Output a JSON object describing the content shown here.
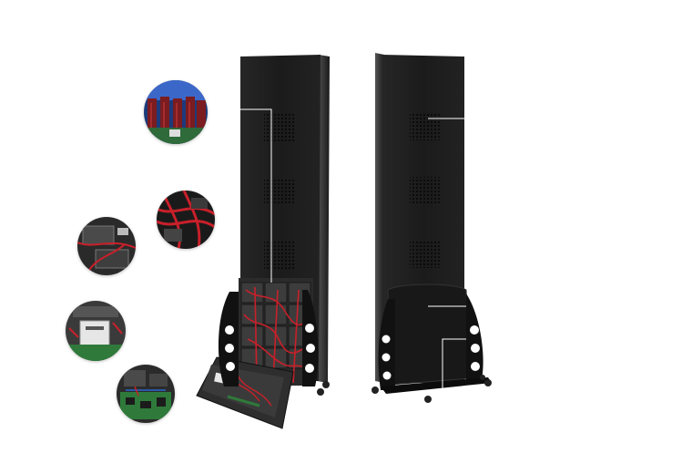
{
  "image": {
    "description_ref": "product-photo",
    "colors": {
      "background": "#ffffff",
      "cabinet": "#1c1c1c",
      "cabinet_edge": "#3a3a3a",
      "vent": "#0d0d0d",
      "stand": "#111111",
      "callout_line": "#ffffff",
      "wiring_red": "#c8202a",
      "circuit_green": "#2f7a3a",
      "module_blue": "#2a58a8"
    },
    "icons": {
      "detail_circles": [
        "led-modules-circle",
        "red-wiring-circle",
        "power-supply-circle",
        "receiving-card-circle",
        "circuit-board-circle"
      ]
    }
  }
}
